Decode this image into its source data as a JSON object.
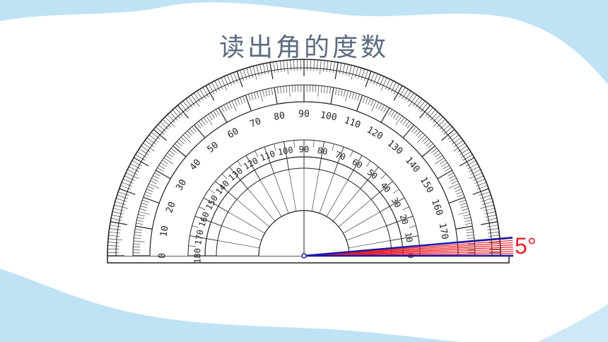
{
  "title": "读出角的度数",
  "answer": "5°",
  "outer_scale_labels": [
    "0",
    "10",
    "20",
    "30",
    "40",
    "50",
    "60",
    "70",
    "80",
    "90",
    "100",
    "110",
    "120",
    "130",
    "140",
    "150",
    "160",
    "170"
  ],
  "inner_scale_labels": [
    "180",
    "170",
    "160",
    "150",
    "140",
    "130",
    "120",
    "110",
    "100",
    "90",
    "80",
    "70",
    "60",
    "50",
    "40",
    "30",
    "20",
    "10",
    "0"
  ],
  "angle_degrees": 5,
  "colors": {
    "ray": "#1a1aa8",
    "highlight": "#e8202a",
    "ink": "#222222",
    "background_wave": "#bfe3f5",
    "title": "#5b6b7f"
  }
}
